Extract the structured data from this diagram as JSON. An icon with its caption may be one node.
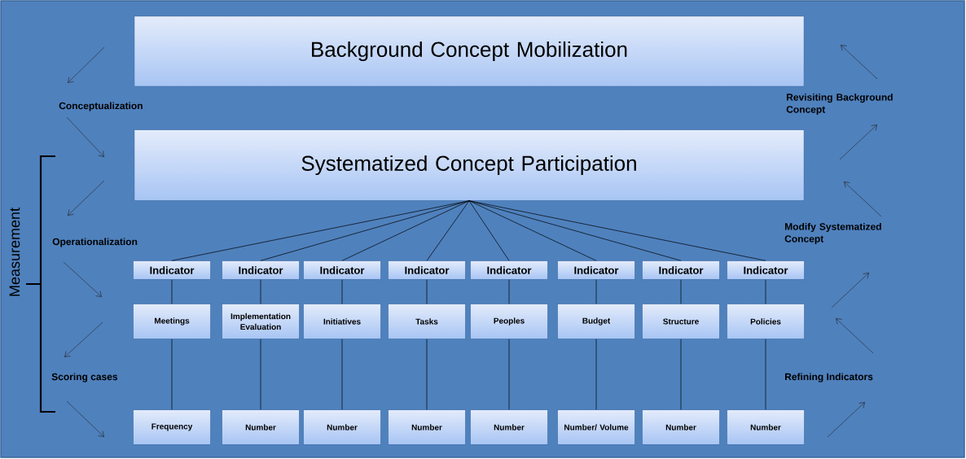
{
  "diagram": {
    "nodes": [
      {
        "text": [
          "Background Concept Mobilization"
        ]
      },
      {
        "text": [
          "Systematized Concept Participation"
        ]
      },
      {
        "text": [
          "Indicator"
        ]
      },
      {
        "text": [
          "Indicator"
        ]
      },
      {
        "text": [
          "Indicator"
        ]
      },
      {
        "text": [
          "Indicator"
        ]
      },
      {
        "text": [
          "Indicator"
        ]
      },
      {
        "text": [
          "Indicator"
        ]
      },
      {
        "text": [
          "Indicator"
        ]
      },
      {
        "text": [
          "Indicator"
        ]
      },
      {
        "text": [
          "Meetings"
        ]
      },
      {
        "text": [
          "Implementation Evaluation"
        ]
      },
      {
        "text": [
          "Initiatives"
        ]
      },
      {
        "text": [
          "Tasks"
        ]
      },
      {
        "text": [
          "Peoples"
        ]
      },
      {
        "text": [
          "Budget"
        ]
      },
      {
        "text": [
          "Structure"
        ]
      },
      {
        "text": [
          "Policies"
        ]
      },
      {
        "text": [
          "Frequency"
        ]
      },
      {
        "text": [
          "Number"
        ]
      },
      {
        "text": [
          "Number"
        ]
      },
      {
        "text": [
          "Number"
        ]
      },
      {
        "text": [
          "Number"
        ]
      },
      {
        "text": [
          "Number/ Volume"
        ]
      },
      {
        "text": [
          "Number"
        ]
      },
      {
        "text": [
          "Number"
        ]
      }
    ],
    "edges": [
      {
        "from": 1,
        "to": 2,
        "arrow": "none"
      },
      {
        "from": 1,
        "to": 3,
        "arrow": "none"
      },
      {
        "from": 1,
        "to": 4,
        "arrow": "none"
      },
      {
        "from": 1,
        "to": 5,
        "arrow": "none"
      },
      {
        "from": 1,
        "to": 6,
        "arrow": "none"
      },
      {
        "from": 1,
        "to": 7,
        "arrow": "none"
      },
      {
        "from": 1,
        "to": 8,
        "arrow": "none"
      },
      {
        "from": 1,
        "to": 9,
        "arrow": "none"
      },
      {
        "from": 2,
        "to": 10,
        "arrow": "none"
      },
      {
        "from": 3,
        "to": 11,
        "arrow": "none"
      },
      {
        "from": 4,
        "to": 12,
        "arrow": "none"
      },
      {
        "from": 5,
        "to": 13,
        "arrow": "none"
      },
      {
        "from": 6,
        "to": 14,
        "arrow": "none"
      },
      {
        "from": 7,
        "to": 15,
        "arrow": "none"
      },
      {
        "from": 8,
        "to": 16,
        "arrow": "none"
      },
      {
        "from": 9,
        "to": 17,
        "arrow": "none"
      },
      {
        "from": 10,
        "to": 18,
        "arrow": "none"
      },
      {
        "from": 11,
        "to": 19,
        "arrow": "none"
      },
      {
        "from": 12,
        "to": 20,
        "arrow": "none"
      },
      {
        "from": 13,
        "to": 21,
        "arrow": "none"
      },
      {
        "from": 14,
        "to": 22,
        "arrow": "none"
      },
      {
        "from": 15,
        "to": 23,
        "arrow": "none"
      },
      {
        "from": 16,
        "to": 24,
        "arrow": "none"
      },
      {
        "from": 17,
        "to": 25,
        "arrow": "none"
      }
    ],
    "labels": [
      "Revisiting Background Concept",
      "Conceptualization",
      "Modify Systematized Concept",
      "Operationalization",
      "Measurement",
      "Refining Indicators",
      "Scoring cases"
    ]
  }
}
